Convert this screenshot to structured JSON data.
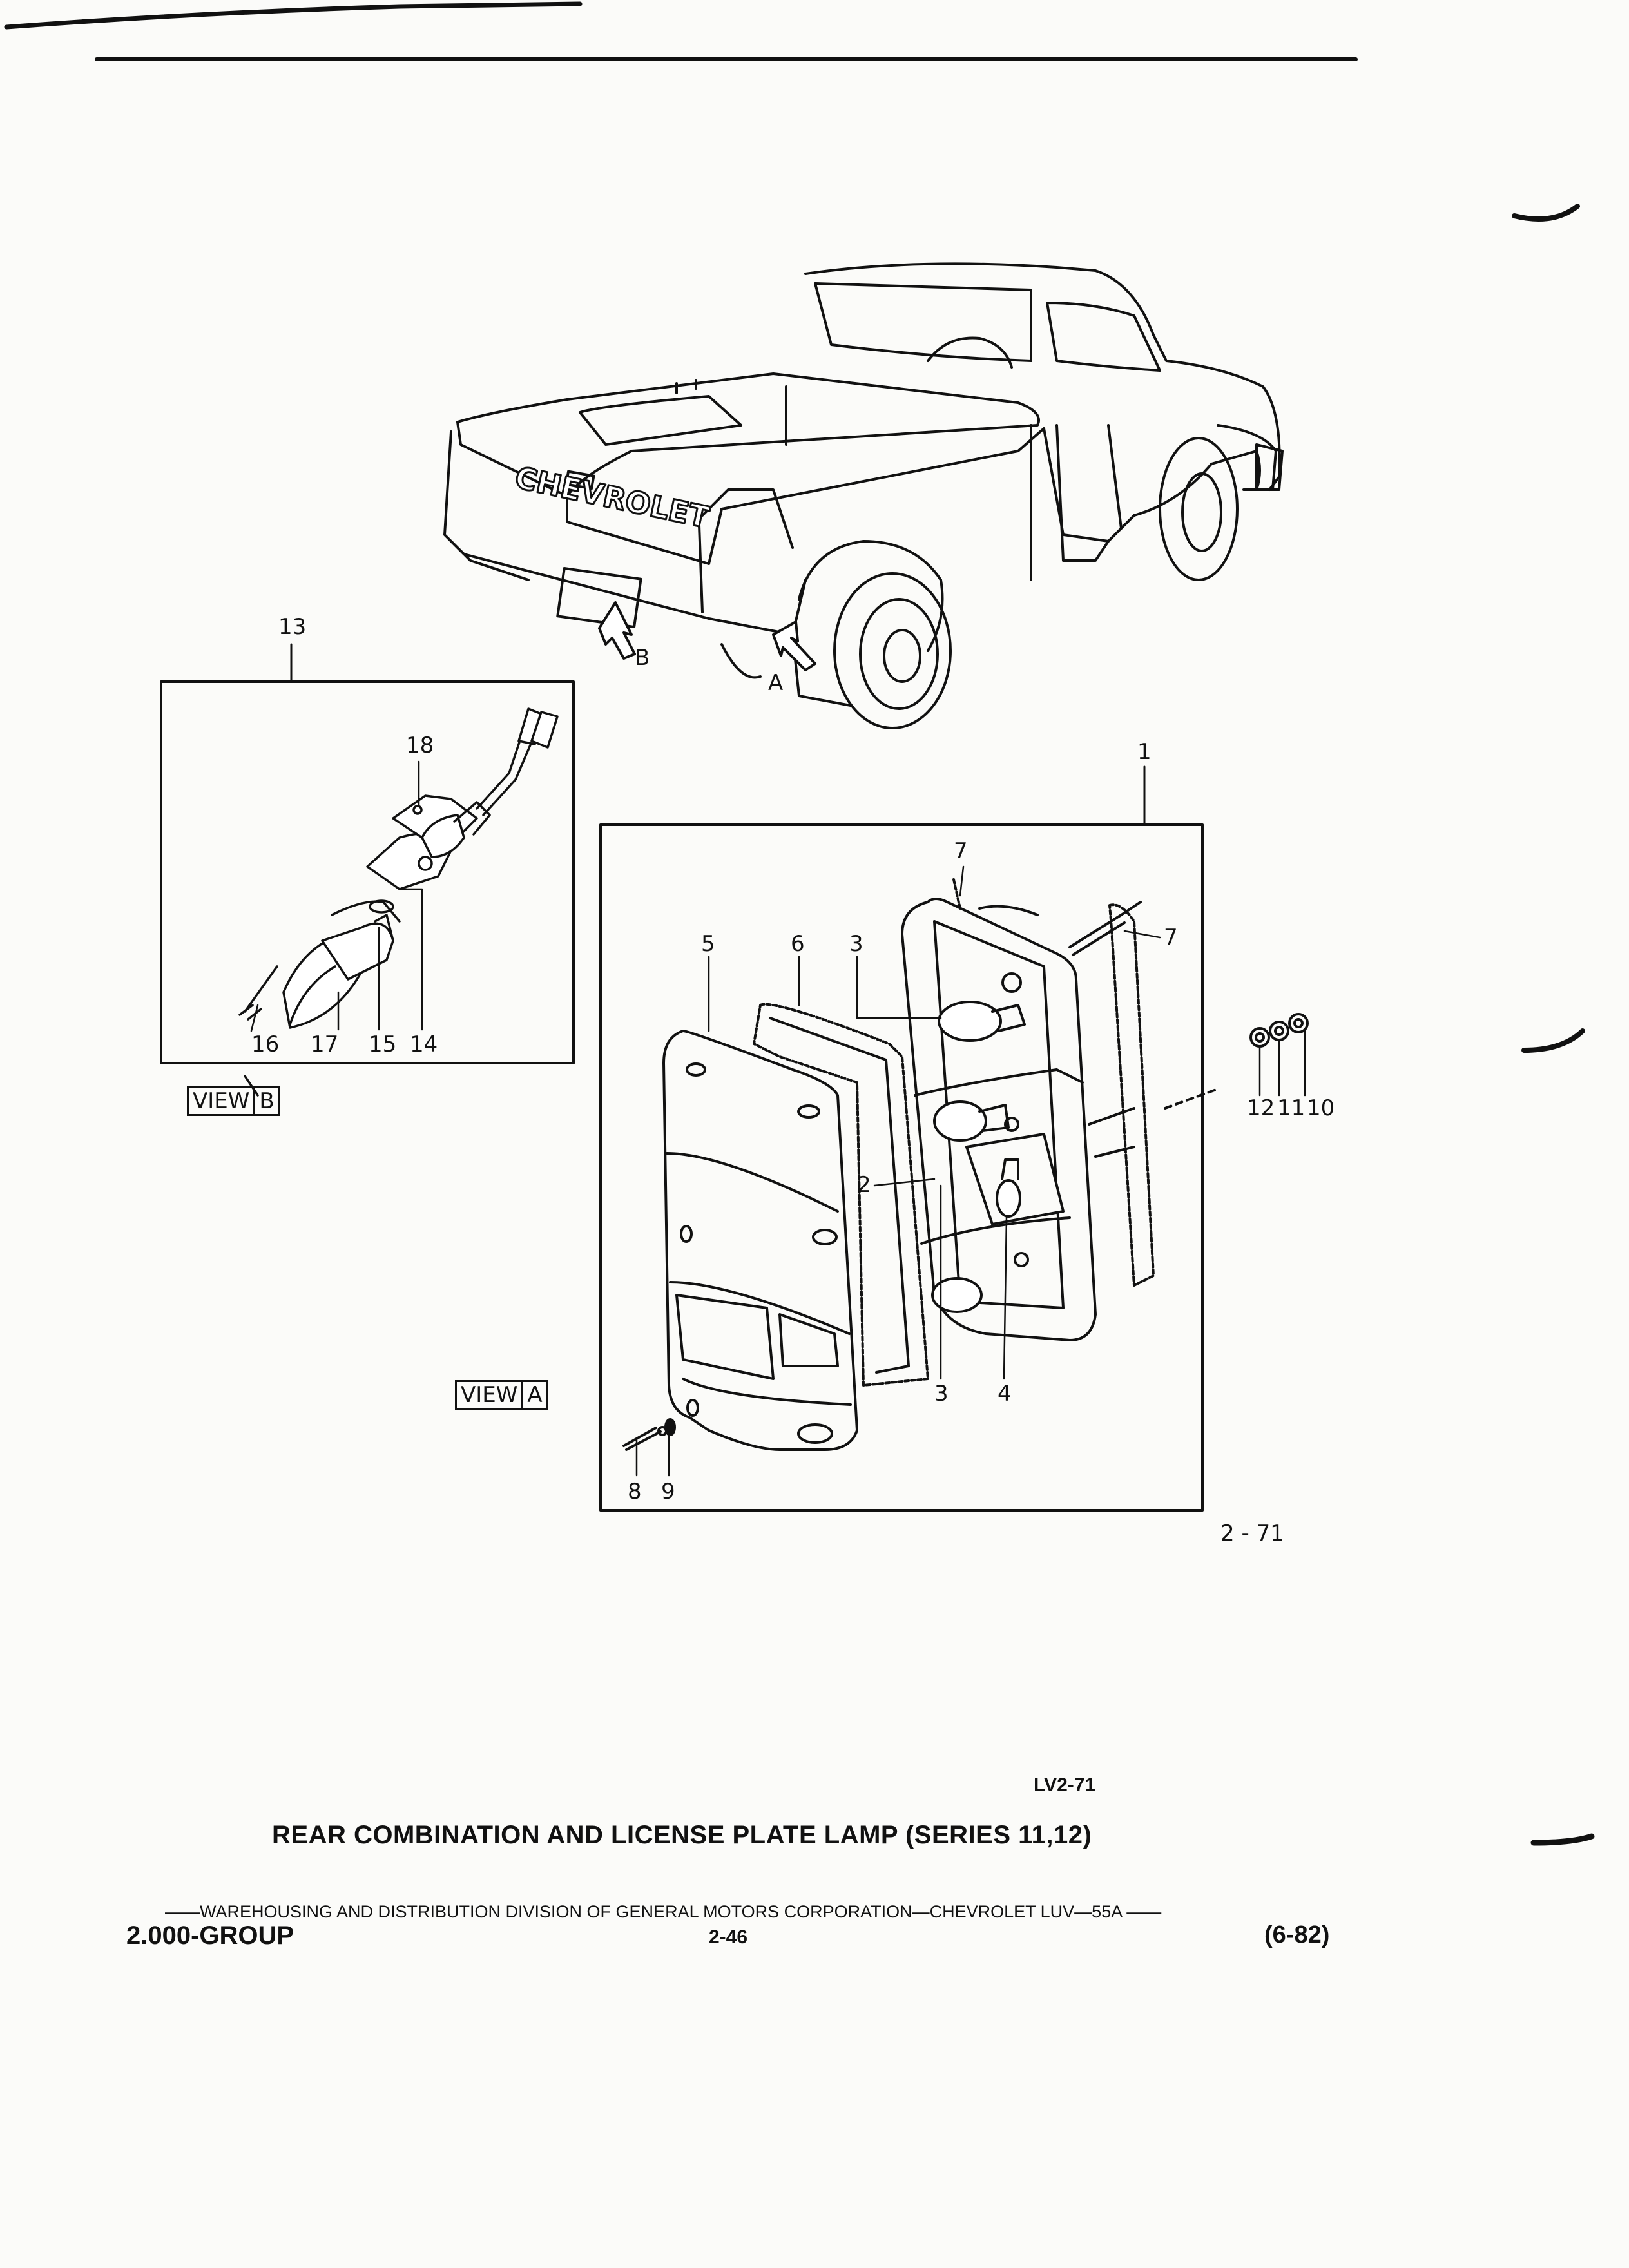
{
  "vehicle": {
    "tailgate_text": "CHEVROLET"
  },
  "arrows": {
    "a": "A",
    "b": "B"
  },
  "callouts": {
    "c1": "1",
    "c2": "2",
    "c3a": "3",
    "c3b": "3",
    "c4": "4",
    "c5": "5",
    "c6": "6",
    "c7a": "7",
    "c7b": "7",
    "c8": "8",
    "c9": "9",
    "c10": "10",
    "c11": "11",
    "c12": "12",
    "c13": "13",
    "c14": "14",
    "c15": "15",
    "c16": "16",
    "c17": "17",
    "c18": "18"
  },
  "view_b": {
    "word": "VIEW",
    "letter": "B"
  },
  "view_a": {
    "word": "VIEW",
    "letter": "A"
  },
  "figure_number": "2 - 71",
  "drawing_code": "LV2-71",
  "title": "REAR COMBINATION AND LICENSE PLATE LAMP (SERIES 11,12)",
  "footer": {
    "line": "——WAREHOUSING AND DISTRIBUTION  DIVISION OF GENERAL MOTORS CORPORATION—CHEVROLET LUV—55A  ——",
    "group": "2.000-GROUP",
    "page": "2-46",
    "date": "(6-82)"
  }
}
